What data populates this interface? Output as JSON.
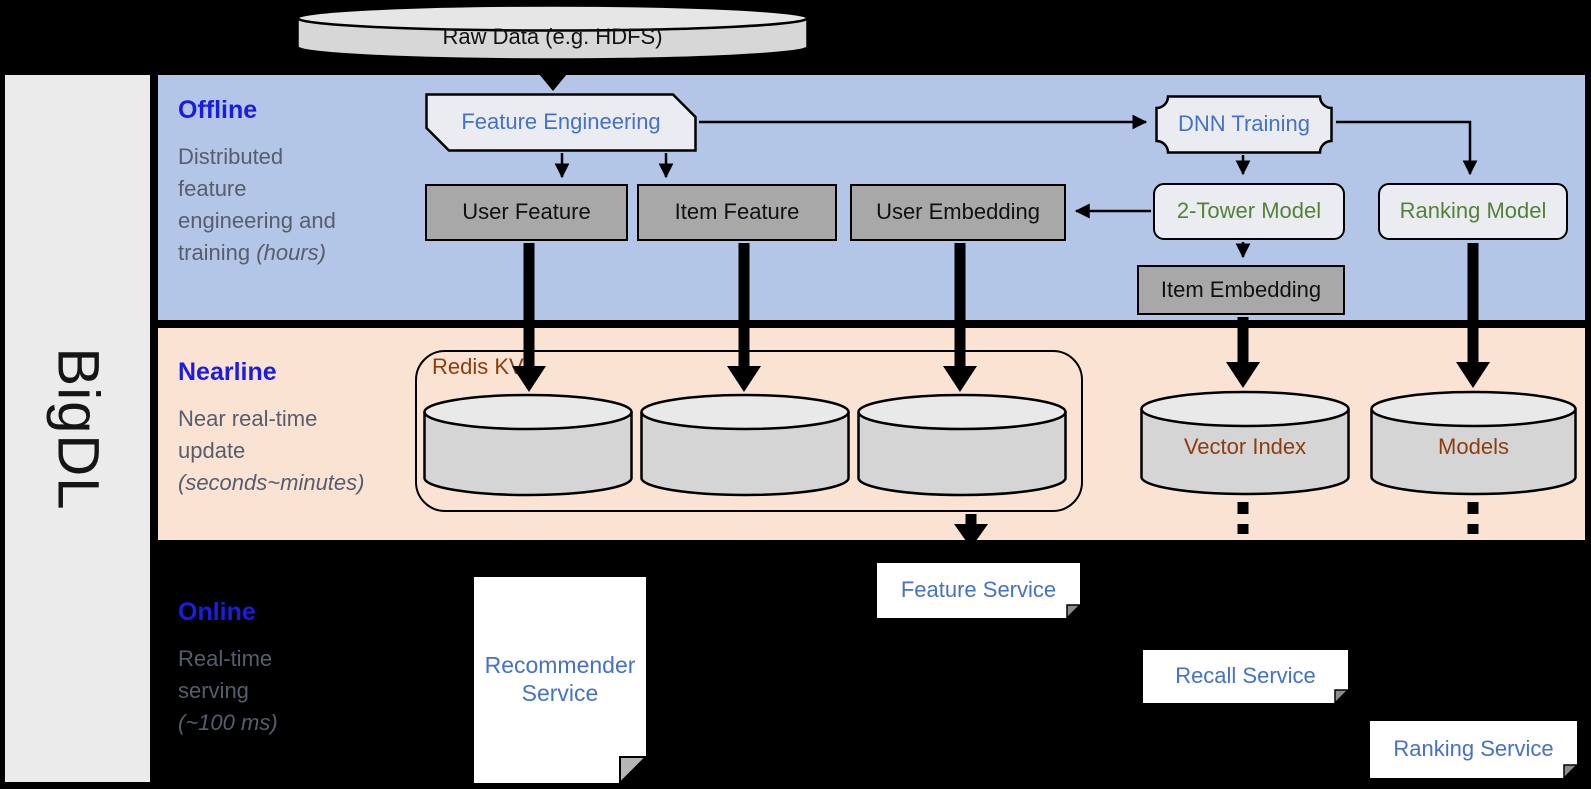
{
  "brand": {
    "name": "BigDL"
  },
  "storage": {
    "raw_data": "Raw Data (e.g. HDFS)"
  },
  "sections": {
    "offline": {
      "title": "Offline",
      "description": "Distributed feature engineering and training",
      "time_note": "(hours)"
    },
    "nearline": {
      "title": "Nearline",
      "description": "Near real-time update",
      "time_note": "(seconds~minutes)"
    },
    "online": {
      "title": "Online",
      "description": "Real-time serving",
      "time_note": "(~100 ms)"
    }
  },
  "offline_nodes": {
    "feature_engineering": "Feature Engineering",
    "dnn_training": "DNN Training",
    "user_feature": "User Feature",
    "item_feature": "Item Feature",
    "user_embedding": "User Embedding",
    "two_tower_model": "2-Tower Model",
    "ranking_model": "Ranking Model",
    "item_embedding": "Item Embedding"
  },
  "nearline_nodes": {
    "redis_kv": "Redis KV",
    "vector_index": "Vector Index",
    "models": "Models"
  },
  "online_nodes": {
    "recommender_service": "Recommender Service",
    "feature_service": "Feature Service",
    "recall_service": "Recall Service",
    "ranking_service": "Ranking Service"
  },
  "colors": {
    "offline_band": "#b3c6e7",
    "nearline_band": "#fbe3d3",
    "section_title_blue": "#1b1ce0",
    "muted_text": "#565d6d",
    "node_blue_text": "#4472c4",
    "node_green_text": "#548235",
    "storage_brown_text": "#8c3d0e"
  }
}
